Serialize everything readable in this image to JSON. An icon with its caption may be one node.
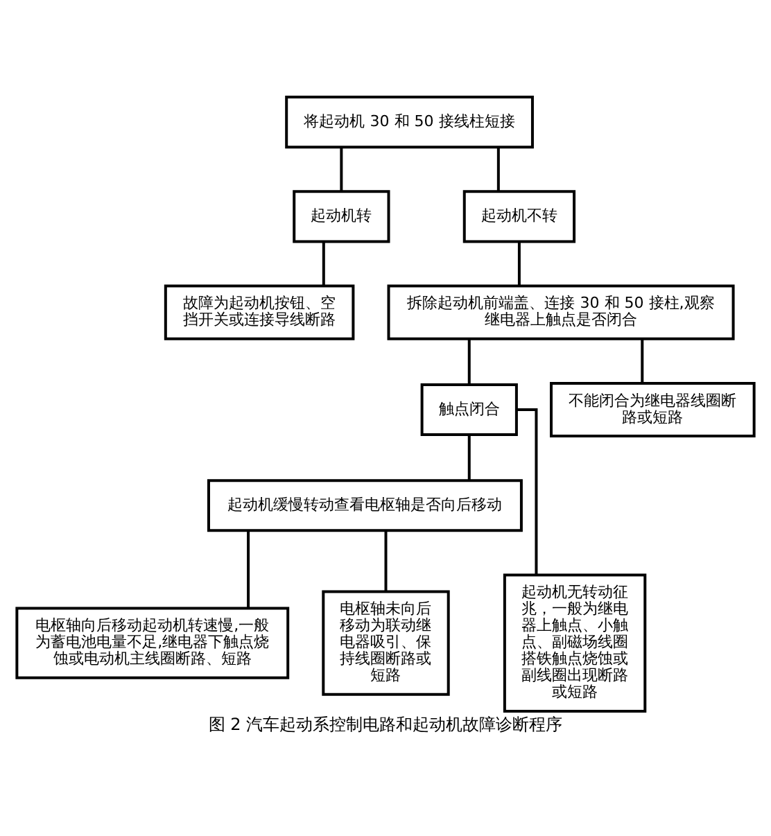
{
  "diagram": {
    "caption": "图 2 汽车起动系控制电路和起动机故障诊断程序",
    "nodes": [
      {
        "text": [
          "将起动机 30 和 50 接线柱短接"
        ]
      },
      {
        "text": [
          "起动机转"
        ]
      },
      {
        "text": [
          "起动机不转"
        ]
      },
      {
        "text": [
          "故障为起动机按钮、空挡开关或连接导线断路"
        ]
      },
      {
        "text": [
          "拆除起动机前端盖、连接 30 和 50 接柱,观察继电器上触点是否闭合"
        ]
      },
      {
        "text": [
          "触点闭合"
        ]
      },
      {
        "text": [
          "不能闭合为继电器线圈断路或短路"
        ]
      },
      {
        "text": [
          "起动机缓慢转动查看电枢轴是否向后移动"
        ]
      },
      {
        "text": [
          "电枢轴向后移动起动机转速慢,一般为蓄电池电量不足,继电器下触点烧蚀或电动机主线圈断路、短路"
        ]
      },
      {
        "text": [
          "电枢轴未向后移动为联动继电器吸引、保持线圈断路或短路"
        ]
      },
      {
        "text": [
          "起动机无转动征兆，一般为继电器上触点、小触点、副磁场线圈搭铁触点烧蚀或副线圈出现断路或短路"
        ]
      }
    ],
    "edges": [
      {
        "from": 0,
        "to": 1,
        "arrow": "none"
      },
      {
        "from": 0,
        "to": 2,
        "arrow": "none"
      },
      {
        "from": 1,
        "to": 3,
        "arrow": "none"
      },
      {
        "from": 2,
        "to": 4,
        "arrow": "none"
      },
      {
        "from": 4,
        "to": 5,
        "arrow": "none"
      },
      {
        "from": 4,
        "to": 6,
        "arrow": "none"
      },
      {
        "from": 5,
        "to": 7,
        "arrow": "none"
      },
      {
        "from": 5,
        "to": 10,
        "arrow": "none"
      },
      {
        "from": 7,
        "to": 8,
        "arrow": "none"
      },
      {
        "from": 7,
        "to": 9,
        "arrow": "none"
      }
    ]
  }
}
